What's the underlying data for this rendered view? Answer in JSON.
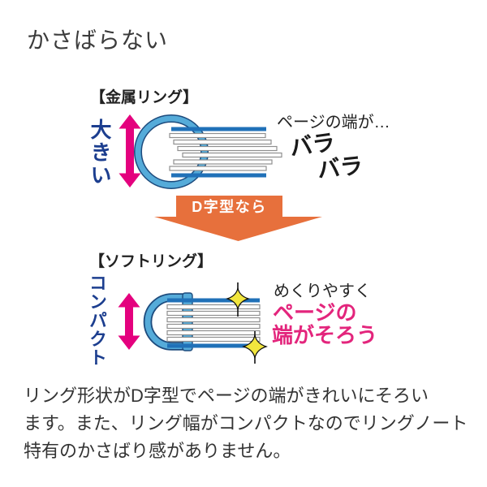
{
  "title": "かさばらない",
  "metal_section": {
    "label": "【金属リング】",
    "size_caption": "大きい",
    "note": "ページの端が…",
    "result_word_1": "バラ",
    "result_word_2": "バラ"
  },
  "transition": {
    "label": "D字型なら"
  },
  "soft_section": {
    "label": "【ソフトリング】",
    "size_caption": "コンパクト",
    "note": "めくりやすく",
    "highlight_line1": "ページの",
    "highlight_line2": "端がそろう"
  },
  "description": {
    "lines": [
      "リング形状がD字型でページの端がきれいにそろい",
      "ます。また、リング幅がコンパクトなのでリングノート",
      "特有のかさばり感がありません。"
    ]
  },
  "colors": {
    "accent_pink": "#e4017e",
    "text_dark_blue": "#1c3e8f",
    "ring_blue": "#55abd9",
    "ring_outline": "#1d4b7d",
    "page_blue": "#2071b8",
    "page_gray": "#8f8f8f",
    "orange": "#e7703c",
    "highlight_pink": "#e3257c",
    "sparkle_yellow": "#f2e63e",
    "text_black": "#222222"
  }
}
